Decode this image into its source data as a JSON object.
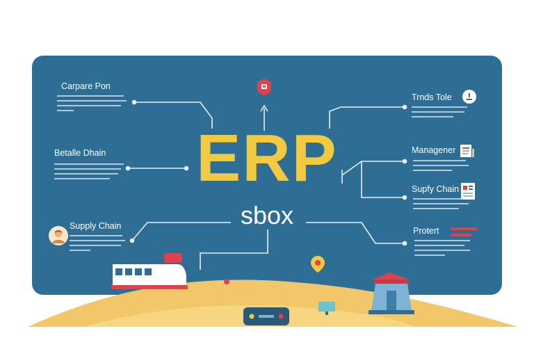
{
  "diagram": {
    "title": "ERP",
    "subtitle": "sbox",
    "nodes": [
      {
        "id": "n1",
        "label": "Carpare Pon"
      },
      {
        "id": "n2",
        "label": "Betalle Dhain"
      },
      {
        "id": "n3",
        "label": "Supply Chain"
      },
      {
        "id": "n4",
        "label": "Trnds Tole"
      },
      {
        "id": "n5",
        "label": "Managener"
      },
      {
        "id": "n6",
        "label": "Supfy Chain"
      },
      {
        "id": "n7",
        "label": "Protert"
      }
    ]
  },
  "colors": {
    "panel": "#2f6e94",
    "title": "#f3ca3f",
    "sand": "#f2c76a",
    "accent_red": "#e0424c"
  },
  "icons": [
    "shield-icon",
    "user-avatar-icon",
    "info-icon",
    "document-icon",
    "map-pin-icon",
    "train-icon",
    "pavilion-icon",
    "router-icon",
    "monitor-icon"
  ]
}
